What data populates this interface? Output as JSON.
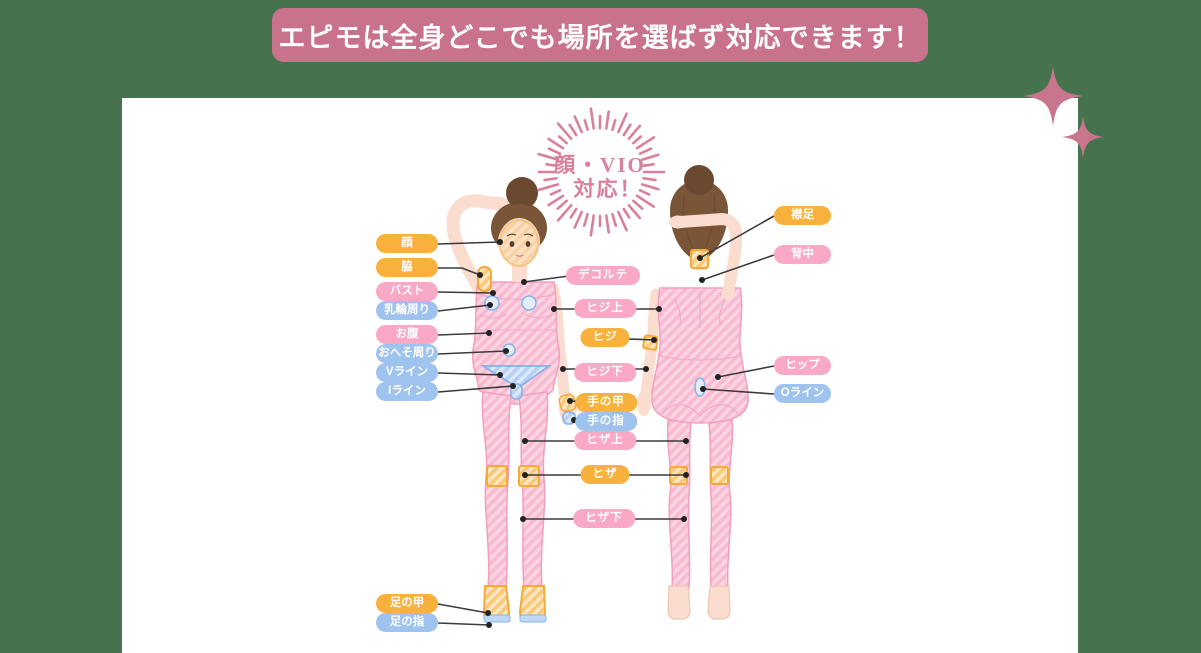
{
  "banner": {
    "title": "エピモは全身どこでも場所を選ばず対応できます！"
  },
  "burst_badge": {
    "line1": "顔・VIO",
    "line2": "対応！"
  },
  "theme": {
    "bg": "#47724E",
    "banner": "#C9728B",
    "orange": "#F9B13E",
    "pink": "#F9A8C6",
    "blue": "#9FC3EF",
    "burst_pink": "#D9809A",
    "sparkle_pink": "#C9758D",
    "line_color": "#3B3B3B",
    "body_stripe_pink": "#F8B9D1",
    "highlight_orange": "#F5A938",
    "highlight_blue": "#86B2E8"
  },
  "labels": {
    "face": "顔",
    "armpit": "脇",
    "bust": "バスト",
    "areola": "乳輪周り",
    "belly": "お腹",
    "navel": "おへそ周り",
    "v_line": "Vライン",
    "i_line": "Iライン",
    "foot_top": "足の甲",
    "toes": "足の指",
    "decollete": "デコルテ",
    "above_elbow": "ヒジ上",
    "elbow": "ヒジ",
    "below_elbow": "ヒジ下",
    "hand_back": "手の甲",
    "fingers": "手の指",
    "above_knee": "ヒザ上",
    "knee": "ヒザ",
    "below_knee": "ヒザ下",
    "nape": "襟足",
    "back": "背中",
    "hip": "ヒップ",
    "o_line": "Oライン"
  }
}
